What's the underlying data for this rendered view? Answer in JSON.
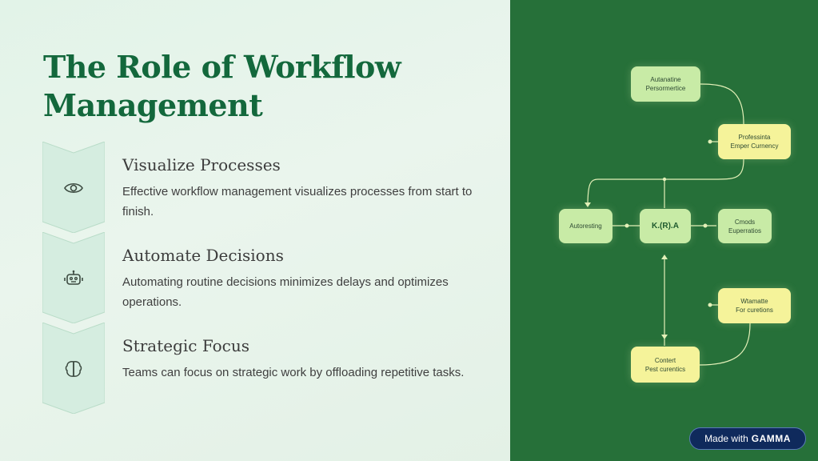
{
  "title": "The Role of Workflow Management",
  "items": [
    {
      "title": "Visualize Processes",
      "description": "Effective workflow management visualizes processes from start to finish.",
      "icon": "eye-icon"
    },
    {
      "title": "Automate Decisions",
      "description": "Automating routine decisions minimizes delays and optimizes operations.",
      "icon": "robot-icon"
    },
    {
      "title": "Strategic Focus",
      "description": "Teams can focus on strategic work by offloading repetitive tasks.",
      "icon": "brain-icon"
    }
  ],
  "diagram": {
    "nodes": {
      "top": [
        "Autanatine",
        "Persormertice"
      ],
      "right_upper": [
        "Professinta",
        "Emper Curnency"
      ],
      "left_mid": [
        "Autoresting"
      ],
      "center": "K.(R).A",
      "right_mid": [
        "Cmods",
        "Euperratios"
      ],
      "right_lower": [
        "Wtamatte",
        "For curetions"
      ],
      "bottom": [
        "Contert",
        "Pest curentics"
      ]
    }
  },
  "badge": {
    "prefix": "Made with",
    "brand": "GAMMA"
  },
  "colors": {
    "title": "#13683c",
    "right_panel": "#267039",
    "node_green": "#c8eba6",
    "node_yellow": "#f5f39a",
    "badge_bg": "#0f2a5c"
  }
}
